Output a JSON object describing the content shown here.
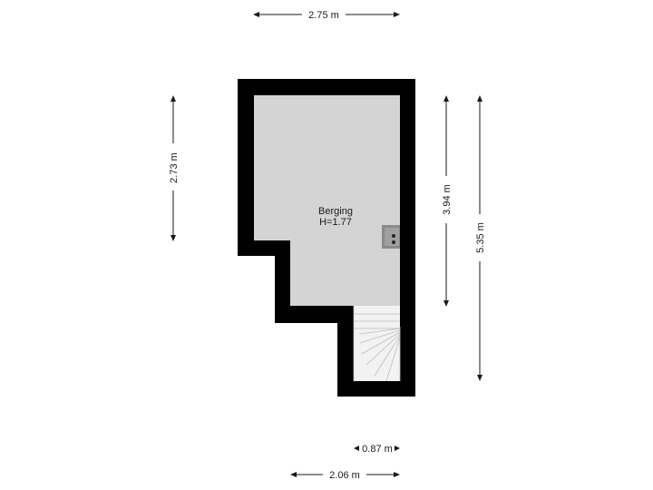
{
  "floorplan": {
    "room": {
      "name": "Berging",
      "height_label": "H=1.77"
    },
    "dimensions": {
      "top_width": "2.75 m",
      "left_upper_height": "2.73 m",
      "right_inner_height": "3.94 m",
      "right_total_height": "5.35 m",
      "bottom_stair_width": "0.87 m",
      "bottom_total_width": "2.06 m"
    },
    "colors": {
      "wall": "#000000",
      "floor": "#d4d4d4",
      "stair": "#ededed",
      "appliance": "#8a8a8a"
    }
  }
}
